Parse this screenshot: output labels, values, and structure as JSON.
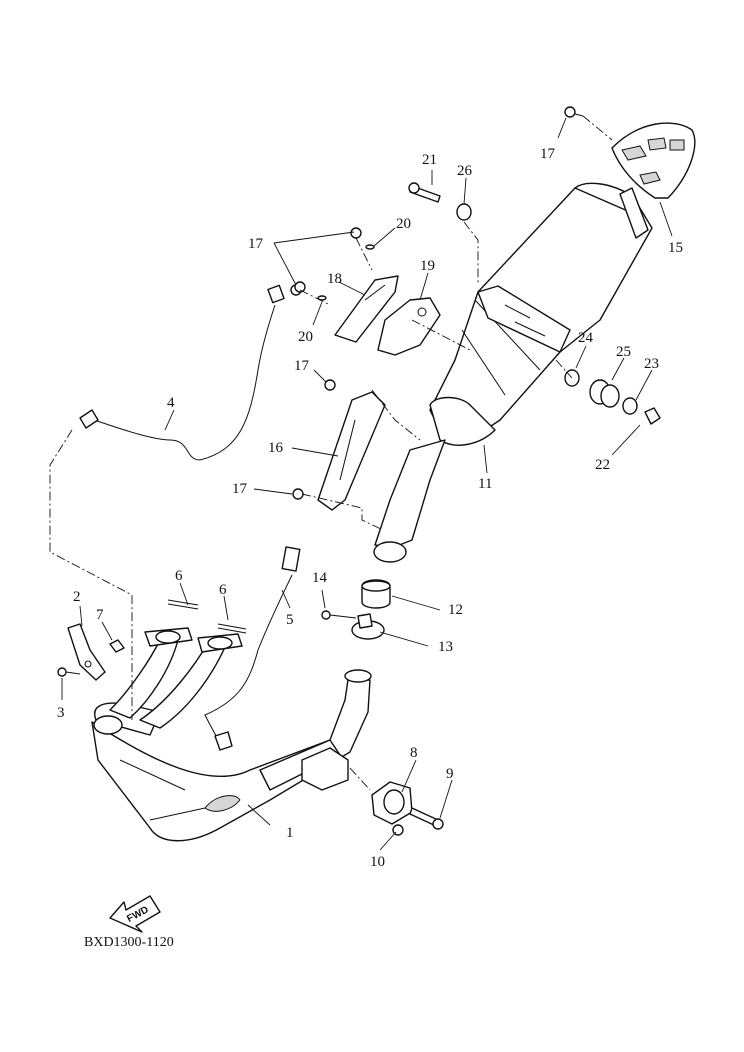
{
  "diagram": {
    "reference_code": "BXD1300-1120",
    "fwd_label": "FWD",
    "callouts": [
      {
        "id": "c1",
        "text": "1"
      },
      {
        "id": "c2",
        "text": "2"
      },
      {
        "id": "c3",
        "text": "3"
      },
      {
        "id": "c4",
        "text": "4"
      },
      {
        "id": "c5",
        "text": "5"
      },
      {
        "id": "c6a",
        "text": "6"
      },
      {
        "id": "c6b",
        "text": "6"
      },
      {
        "id": "c7",
        "text": "7"
      },
      {
        "id": "c8",
        "text": "8"
      },
      {
        "id": "c9",
        "text": "9"
      },
      {
        "id": "c10",
        "text": "10"
      },
      {
        "id": "c11",
        "text": "11"
      },
      {
        "id": "c12",
        "text": "12"
      },
      {
        "id": "c13",
        "text": "13"
      },
      {
        "id": "c14",
        "text": "14"
      },
      {
        "id": "c15",
        "text": "15"
      },
      {
        "id": "c16",
        "text": "16"
      },
      {
        "id": "c17a",
        "text": "17"
      },
      {
        "id": "c17b",
        "text": "17"
      },
      {
        "id": "c17c",
        "text": "17"
      },
      {
        "id": "c17d",
        "text": "17"
      },
      {
        "id": "c18",
        "text": "18"
      },
      {
        "id": "c19",
        "text": "19"
      },
      {
        "id": "c20a",
        "text": "20"
      },
      {
        "id": "c20b",
        "text": "20"
      },
      {
        "id": "c21",
        "text": "21"
      },
      {
        "id": "c22",
        "text": "22"
      },
      {
        "id": "c23",
        "text": "23"
      },
      {
        "id": "c24",
        "text": "24"
      },
      {
        "id": "c25",
        "text": "25"
      },
      {
        "id": "c26",
        "text": "26"
      }
    ]
  }
}
